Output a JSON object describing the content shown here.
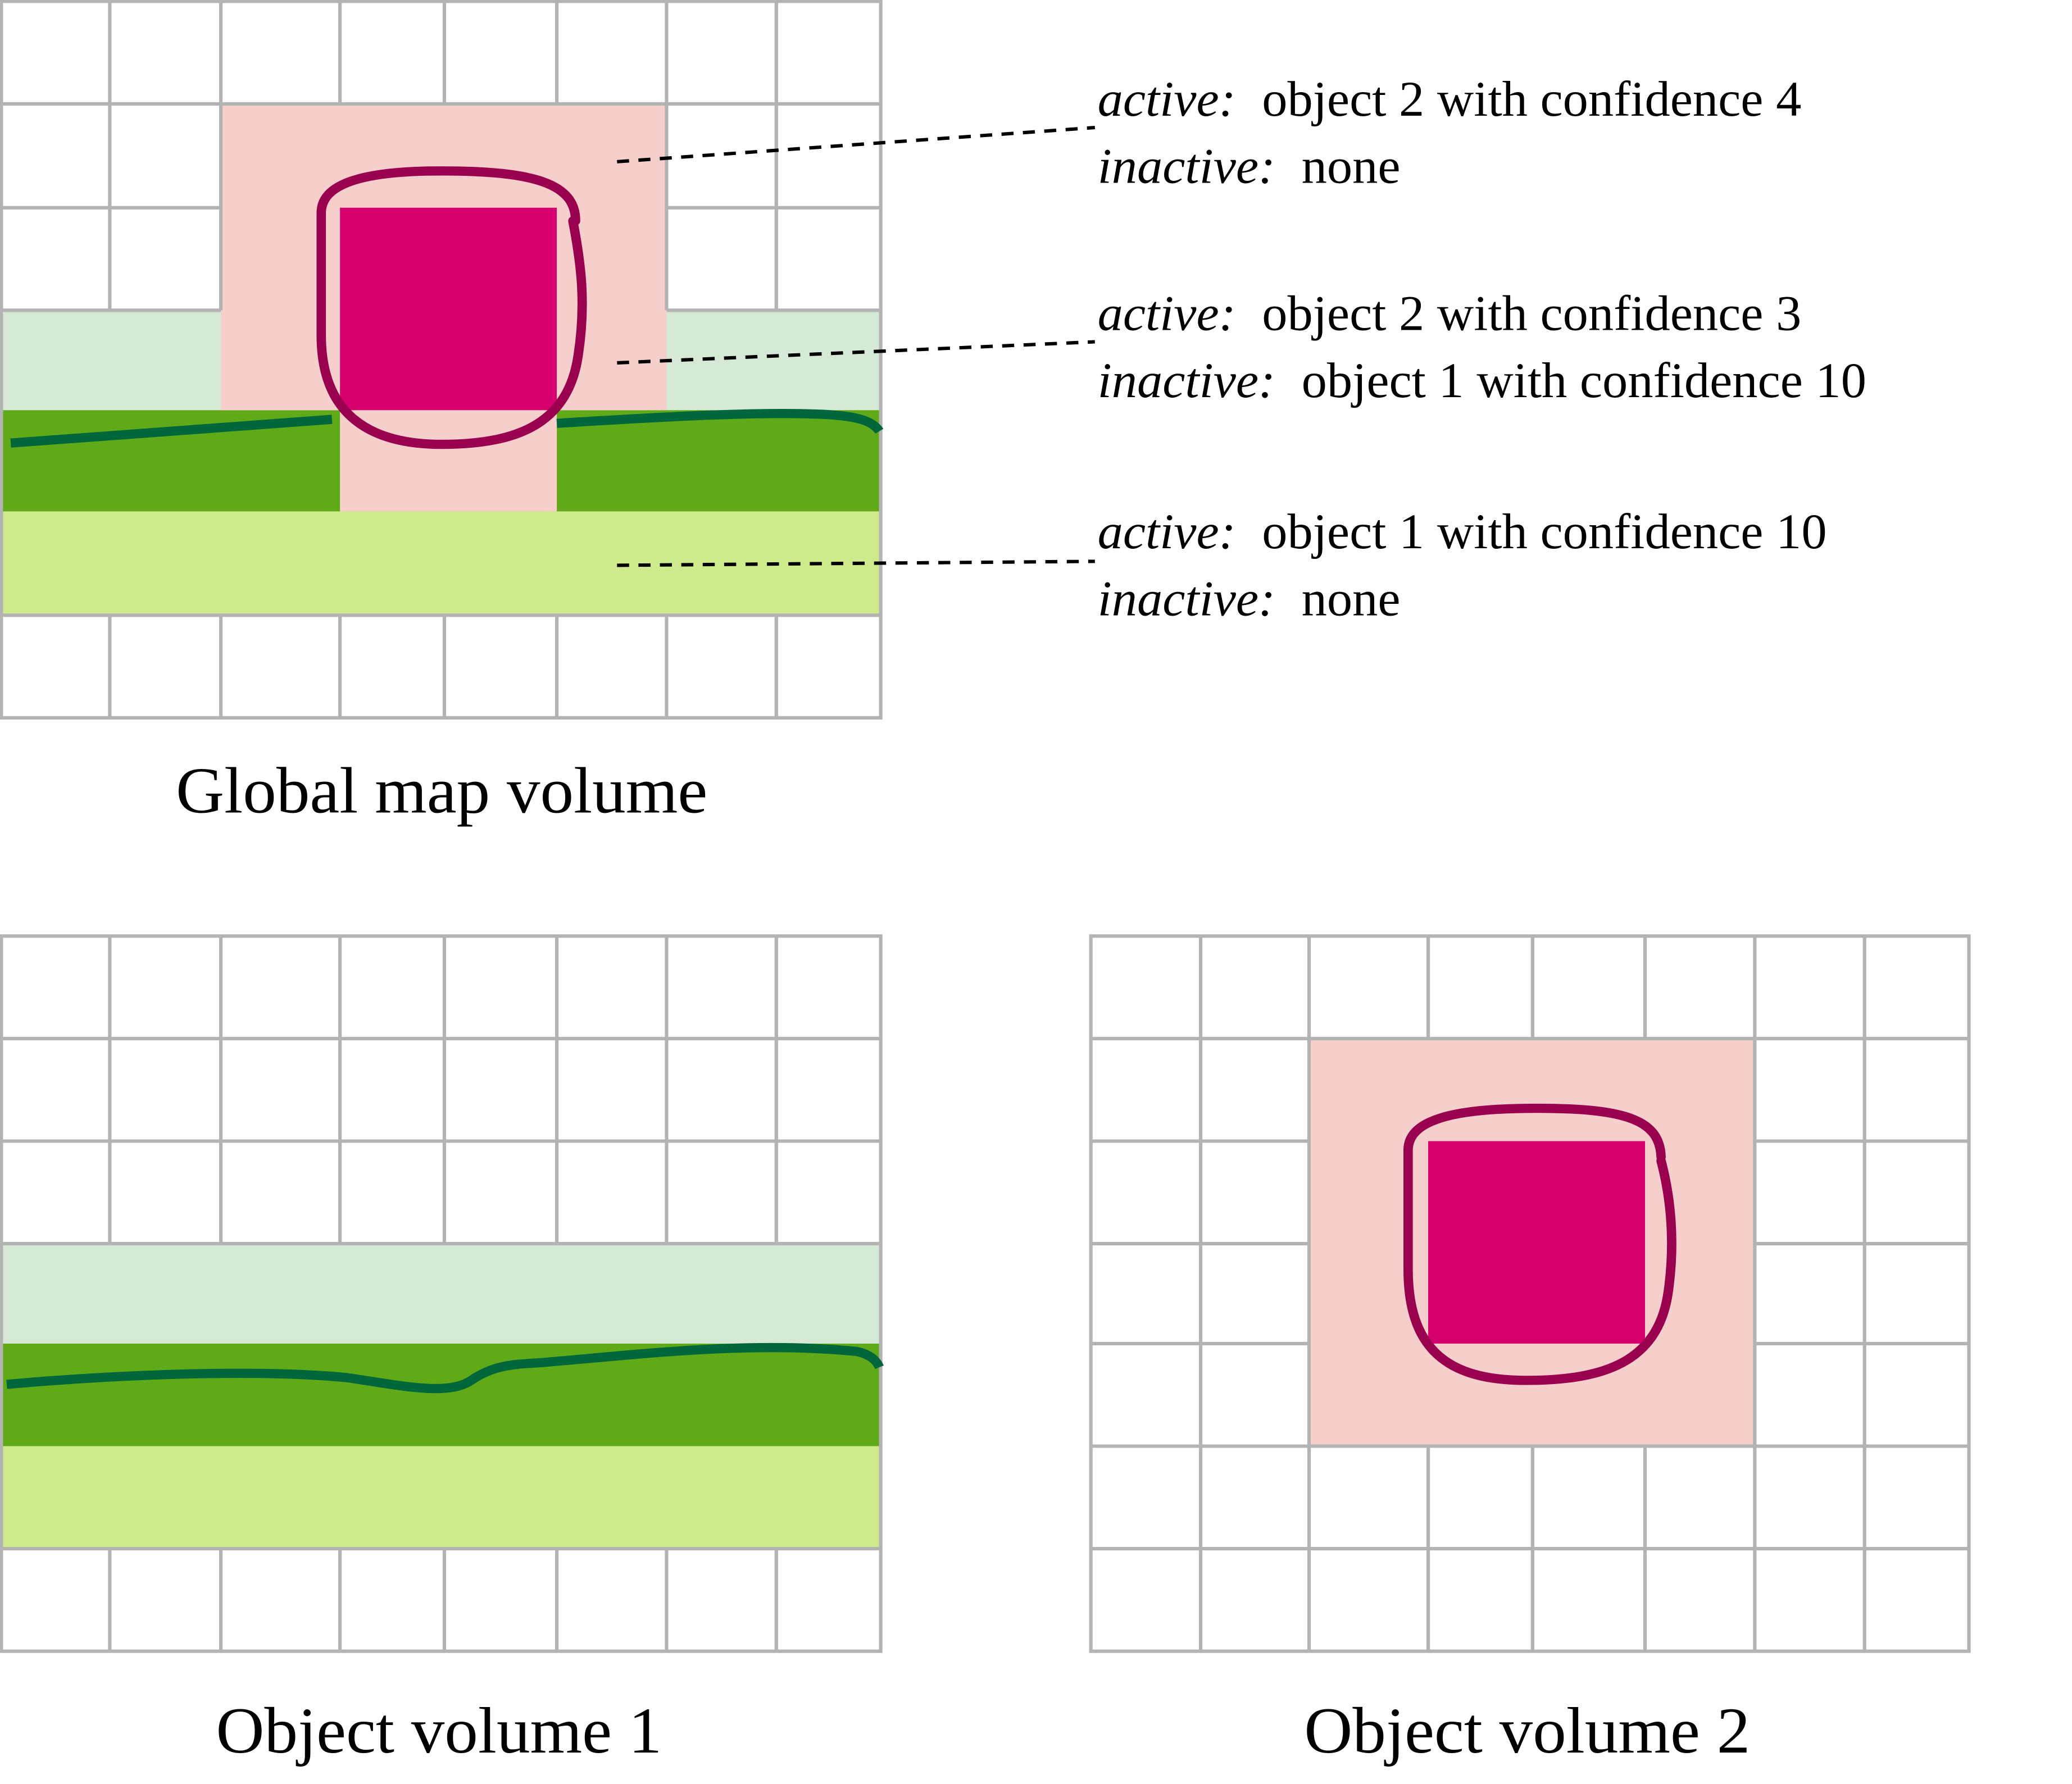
{
  "colors": {
    "grid_line": "#b3b3b3",
    "object2_region": "#f6cfcd",
    "object2_solid": "#d7006f",
    "object2_contour": "#99004d",
    "object1_band_light": "#d6e8d6",
    "object1_band_mid": "#60a918",
    "object1_band_low": "#cfea8c",
    "object1_surface": "#00673a",
    "leader_line": "#000000"
  },
  "global_map": {
    "caption": "Global map volume",
    "annotations": [
      {
        "active_label": "active:",
        "active_value": "object 2 with confidence 4",
        "inactive_label": "inactive:",
        "inactive_value": "none"
      },
      {
        "active_label": "active:",
        "active_value": "object 2 with confidence 3",
        "inactive_label": "inactive:",
        "inactive_value": "object 1 with confidence 10"
      },
      {
        "active_label": "active:",
        "active_value": "object 1 with confidence 10",
        "inactive_label": "inactive:",
        "inactive_value": "none"
      }
    ]
  },
  "object_volume_1": {
    "caption": "Object volume 1"
  },
  "object_volume_2": {
    "caption": "Object volume 2"
  }
}
